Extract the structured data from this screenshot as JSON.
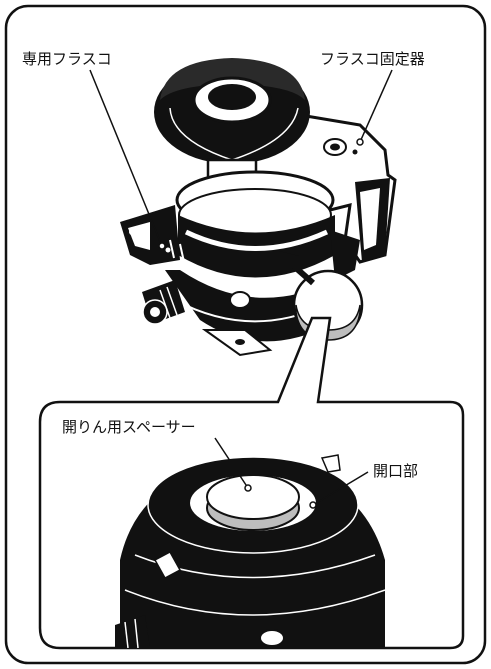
{
  "labels": {
    "dedicated_flask": "専用フラスコ",
    "flask_holder": "フラスコ固定器",
    "opening_spacer": "開りん用スペーサー",
    "opening": "開口部"
  },
  "colors": {
    "ink": "#111111",
    "paper": "#ffffff",
    "gray": "#bdbdbd"
  }
}
